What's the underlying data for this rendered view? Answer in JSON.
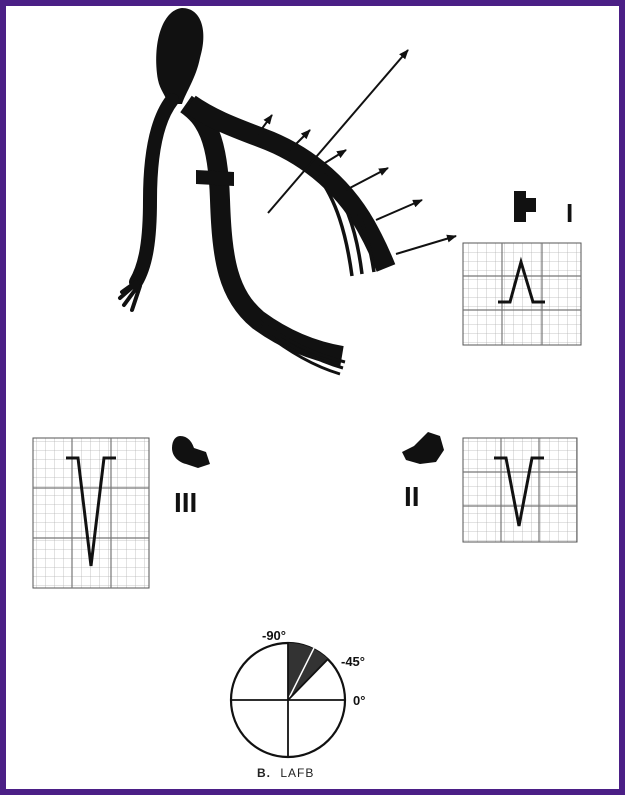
{
  "leads": {
    "lead_i": "I",
    "lead_ii": "II",
    "lead_iii": "III"
  },
  "axis_wheel": {
    "label_top": "-90°",
    "label_mid": "-45°",
    "label_right": "0°"
  },
  "caption": {
    "prefix": "B.",
    "title": "LAFB"
  },
  "colors": {
    "border": "#4b1f86",
    "ink": "#111111",
    "grid_line": "#9a9a9a",
    "wheel_fill": "#333333"
  }
}
